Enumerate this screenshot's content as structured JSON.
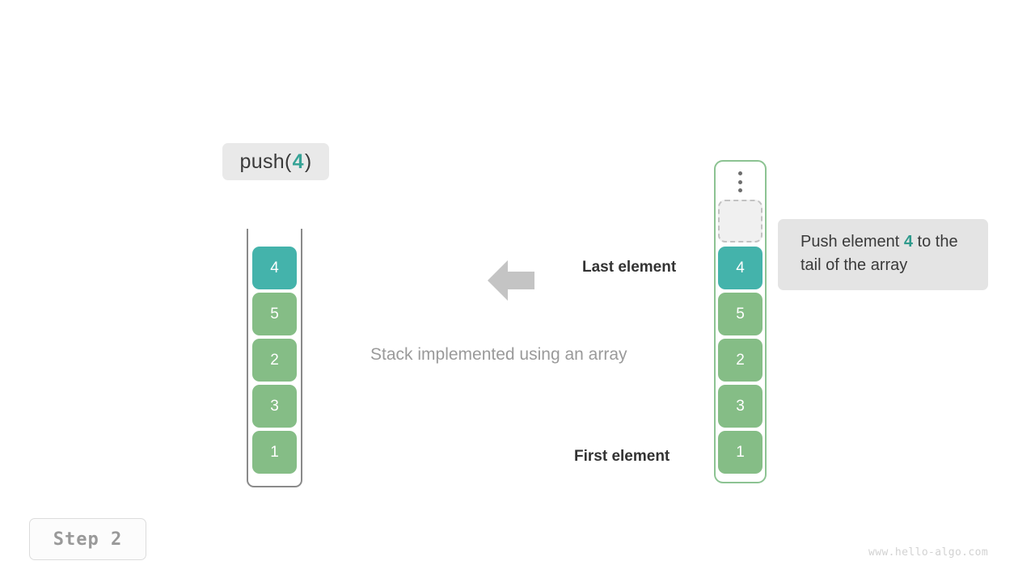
{
  "operation": {
    "prefix": "push(",
    "value": "4",
    "suffix": ")"
  },
  "left_stack": {
    "title": "Stack implemented using an array",
    "cells": [
      {
        "value": "4",
        "color": "teal"
      },
      {
        "value": "5",
        "color": "green"
      },
      {
        "value": "2",
        "color": "green"
      },
      {
        "value": "3",
        "color": "green"
      },
      {
        "value": "1",
        "color": "green"
      }
    ]
  },
  "right_array": {
    "ellipsis_icon": "vertical-ellipsis-icon",
    "empty_slot_label": "",
    "cells": [
      {
        "value": "4",
        "color": "teal"
      },
      {
        "value": "5",
        "color": "green"
      },
      {
        "value": "2",
        "color": "green"
      },
      {
        "value": "3",
        "color": "green"
      },
      {
        "value": "1",
        "color": "green"
      }
    ]
  },
  "annotations": {
    "arrow_icon": "arrow-left-icon",
    "last_element": "Last element",
    "first_element": "First element"
  },
  "tooltip": {
    "text_before": "Push element ",
    "accent": "4",
    "text_after": " to the tail of the array"
  },
  "step_badge": {
    "label": "Step 2"
  },
  "watermark": {
    "text": "www.hello-algo.com"
  },
  "colors": {
    "teal": "#44b3ab",
    "green": "#85bd86",
    "accent_text": "#36a396",
    "container_border_green": "#8cc392",
    "container_border_gray": "#8a8a8a",
    "arrow_gray": "#c4c4c4",
    "label_bg": "#e9e9e9",
    "tooltip_bg": "#e4e4e4"
  }
}
